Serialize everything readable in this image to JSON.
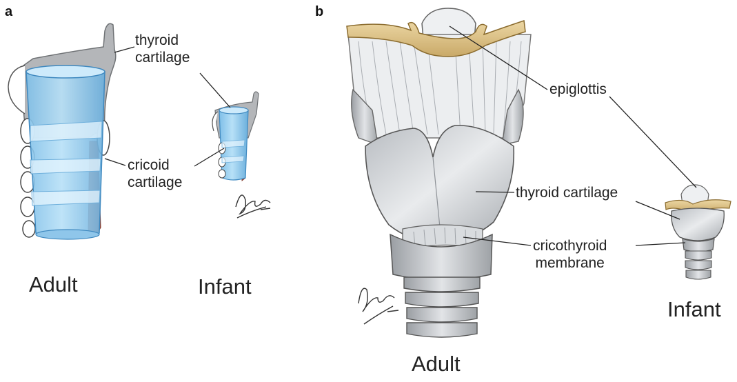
{
  "panel_a": {
    "letter": "a",
    "labels": {
      "thyroid_line1": "thyroid",
      "thyroid_line2": "cartilage",
      "cricoid_line1": "cricoid",
      "cricoid_line2": "cartilage"
    },
    "captions": {
      "adult": "Adult",
      "infant": "Infant"
    }
  },
  "panel_b": {
    "letter": "b",
    "labels": {
      "epiglottis": "epiglottis",
      "thyroid_cartilage": "thyroid cartilage",
      "cricothyroid_line1": "cricothyroid",
      "cricothyroid_line2": "membrane"
    },
    "captions": {
      "adult": "Adult",
      "infant": "Infant"
    }
  },
  "colors": {
    "cartilage_fill": "#cfd3d8",
    "cartilage_grey": "#a9acaf",
    "airway_blue": "#9fd0ef",
    "epiglottis_tan": "#e3c98f",
    "muscle_red": "#b5533c"
  }
}
